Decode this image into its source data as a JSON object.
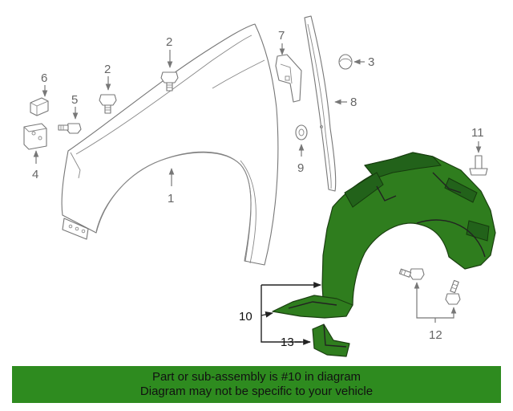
{
  "diagram": {
    "callouts": {
      "c1": "1",
      "c2a": "2",
      "c2b": "2",
      "c3": "3",
      "c4": "4",
      "c5": "5",
      "c6": "6",
      "c7": "7",
      "c8": "8",
      "c9": "9",
      "c10": "10",
      "c11": "11",
      "c12": "12",
      "c13": "13"
    },
    "highlight_color": "#2f7d1e"
  },
  "banner": {
    "line1": "Part or sub-assembly is #10 in diagram",
    "line2": "Diagram may not be specific to your vehicle",
    "background": "#2e8b1f"
  }
}
